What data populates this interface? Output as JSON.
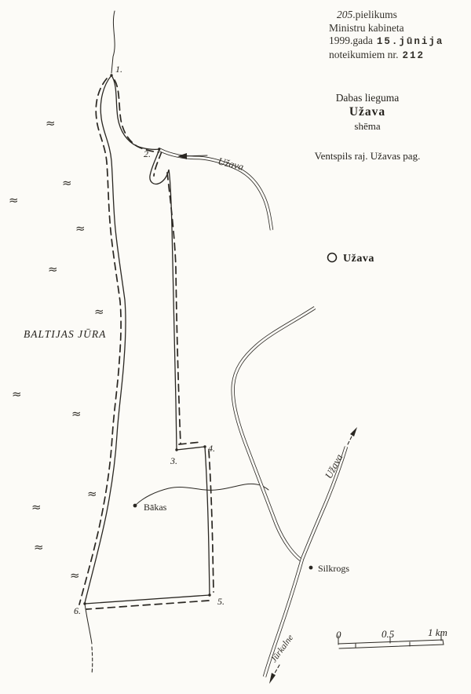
{
  "colors": {
    "paper": "#fcfbf7",
    "ink": "#2a2722"
  },
  "annex_block": {
    "line1_number": "205",
    "line1_rest": ".pielikums",
    "line2": "Ministru kabineta",
    "line3_start": "1999.gada",
    "line3_typed": "15.jūnija",
    "line4_start": "noteikumiem nr.",
    "line4_typed": "212"
  },
  "title_block": {
    "kicker": "Dabas lieguma",
    "name": "Užava",
    "type": "shēma",
    "location": "Ventspils raj. Užavas pag."
  },
  "map": {
    "sea_label": "BALTIJAS JŪRA",
    "wave_symbol": "≈",
    "town_label": "Užava",
    "river_label": "Užava",
    "road_label_uzava": "Užava",
    "road_label_jurkalne": "Jūrkalne",
    "place_bakas": "Bākas",
    "place_silkrogs": "Silkrogs",
    "boundary_points": [
      "1.",
      "2.",
      "3.",
      "4.",
      "5.",
      "6."
    ],
    "scale_bar": {
      "zero": "0",
      "half": "0.5",
      "one": "1 km"
    }
  }
}
